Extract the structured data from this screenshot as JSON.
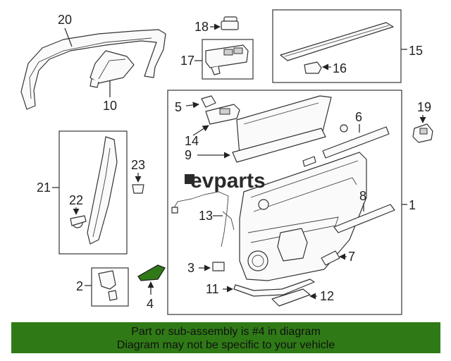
{
  "logo": {
    "text": "evparts"
  },
  "callouts": [
    "20",
    "18",
    "15",
    "17",
    "16",
    "10",
    "5",
    "19",
    "6",
    "14",
    "9",
    "23",
    "21",
    "22",
    "1",
    "8",
    "13",
    "3",
    "7",
    "2",
    "4",
    "11",
    "12"
  ],
  "highlight": {
    "part_number": "4",
    "color": "#2f7a16"
  },
  "banner": {
    "line1": "Part or sub-assembly is #4 in diagram",
    "line2": "Diagram may not be specific to your vehicle",
    "color": "#2f7a16"
  }
}
